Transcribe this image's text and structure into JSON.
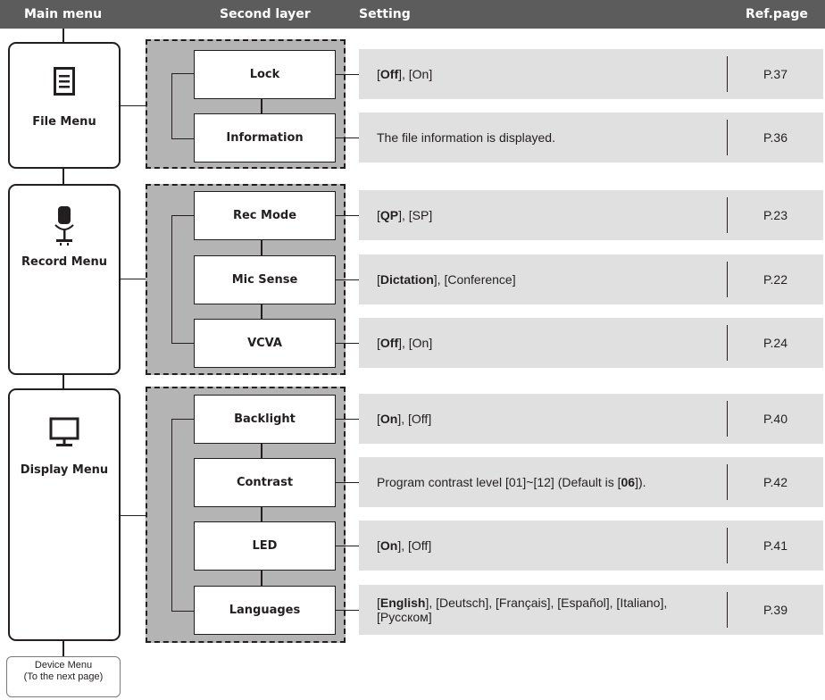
{
  "header": {
    "main_menu": "Main menu",
    "second_layer": "Second layer",
    "setting": "Setting",
    "ref_page": "Ref.page"
  },
  "menus": [
    {
      "label": "File Menu",
      "icon": "document-icon"
    },
    {
      "label": "Record Menu",
      "icon": "microphone-icon"
    },
    {
      "label": "Display Menu",
      "icon": "monitor-icon"
    }
  ],
  "rows": [
    {
      "item": "Lock",
      "ref": "P.37",
      "setting": [
        {
          "t": "[",
          "b": false
        },
        {
          "t": "Off",
          "b": true
        },
        {
          "t": "], [On]",
          "b": false
        }
      ]
    },
    {
      "item": "Information",
      "ref": "P.36",
      "setting": [
        {
          "t": "The file information is displayed.",
          "b": false
        }
      ]
    },
    {
      "item": "Rec Mode",
      "ref": "P.23",
      "setting": [
        {
          "t": "[",
          "b": false
        },
        {
          "t": "QP",
          "b": true
        },
        {
          "t": "], [SP]",
          "b": false
        }
      ]
    },
    {
      "item": "Mic Sense",
      "ref": "P.22",
      "setting": [
        {
          "t": "[",
          "b": false
        },
        {
          "t": "Dictation",
          "b": true
        },
        {
          "t": "], [Conference]",
          "b": false
        }
      ]
    },
    {
      "item": "VCVA",
      "ref": "P.24",
      "setting": [
        {
          "t": "[",
          "b": false
        },
        {
          "t": "Off",
          "b": true
        },
        {
          "t": "], [On]",
          "b": false
        }
      ]
    },
    {
      "item": "Backlight",
      "ref": "P.40",
      "setting": [
        {
          "t": "[",
          "b": false
        },
        {
          "t": "On",
          "b": true
        },
        {
          "t": "], [Off]",
          "b": false
        }
      ]
    },
    {
      "item": "Contrast",
      "ref": "P.42",
      "setting": [
        {
          "t": "Program contrast level [01]~[12] (Default is [",
          "b": false
        },
        {
          "t": "06",
          "b": true
        },
        {
          "t": "]).",
          "b": false
        }
      ]
    },
    {
      "item": "LED",
      "ref": "P.41",
      "setting": [
        {
          "t": "[",
          "b": false
        },
        {
          "t": "On",
          "b": true
        },
        {
          "t": "], [Off]",
          "b": false
        }
      ]
    },
    {
      "item": "Languages",
      "ref": "P.39",
      "setting": [
        {
          "t": "[",
          "b": false
        },
        {
          "t": "English",
          "b": true
        },
        {
          "t": "], [Deutsch], [Français], [Español], [Italiano], [Русском]",
          "b": false
        }
      ]
    }
  ],
  "device_menu": {
    "line1": "Device Menu",
    "line2": "(To the next page)"
  },
  "colors": {
    "header": "#5c5c5c",
    "group_fill": "#b4b4b4",
    "setting_band": "#e0e0e0",
    "line": "#231f20"
  }
}
